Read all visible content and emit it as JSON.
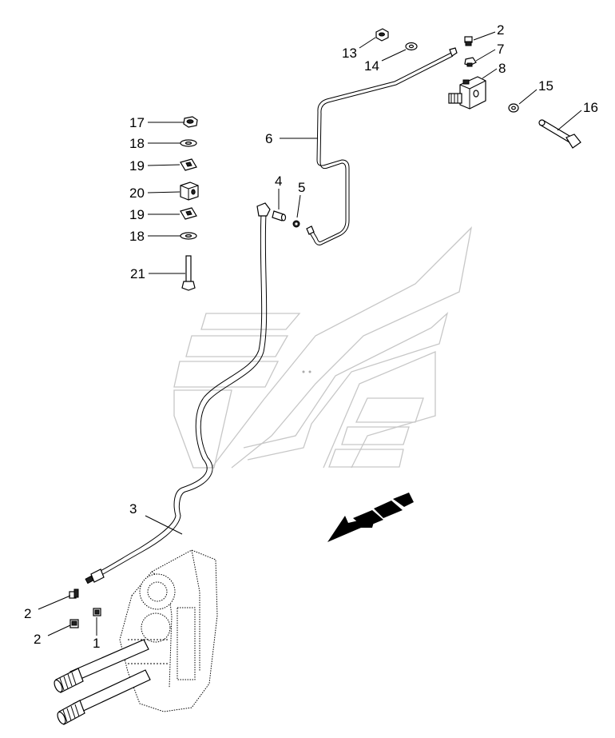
{
  "diagram": {
    "callouts": [
      {
        "id": "c1",
        "text": "1"
      },
      {
        "id": "c2a",
        "text": "2"
      },
      {
        "id": "c2b",
        "text": "2"
      },
      {
        "id": "c2c",
        "text": "2"
      },
      {
        "id": "c3",
        "text": "3"
      },
      {
        "id": "c4",
        "text": "4"
      },
      {
        "id": "c5",
        "text": "5"
      },
      {
        "id": "c6",
        "text": "6"
      },
      {
        "id": "c7",
        "text": "7"
      },
      {
        "id": "c8",
        "text": "8"
      },
      {
        "id": "c13",
        "text": "13"
      },
      {
        "id": "c14",
        "text": "14"
      },
      {
        "id": "c15",
        "text": "15"
      },
      {
        "id": "c16",
        "text": "16"
      },
      {
        "id": "c17",
        "text": "17"
      },
      {
        "id": "c18a",
        "text": "18"
      },
      {
        "id": "c18b",
        "text": "18"
      },
      {
        "id": "c19a",
        "text": "19"
      },
      {
        "id": "c19b",
        "text": "19"
      },
      {
        "id": "c20",
        "text": "20"
      },
      {
        "id": "c21",
        "text": "21"
      }
    ],
    "colors": {
      "line": "#000000",
      "watermark": "#c7c7c7",
      "background": "#ffffff"
    }
  }
}
